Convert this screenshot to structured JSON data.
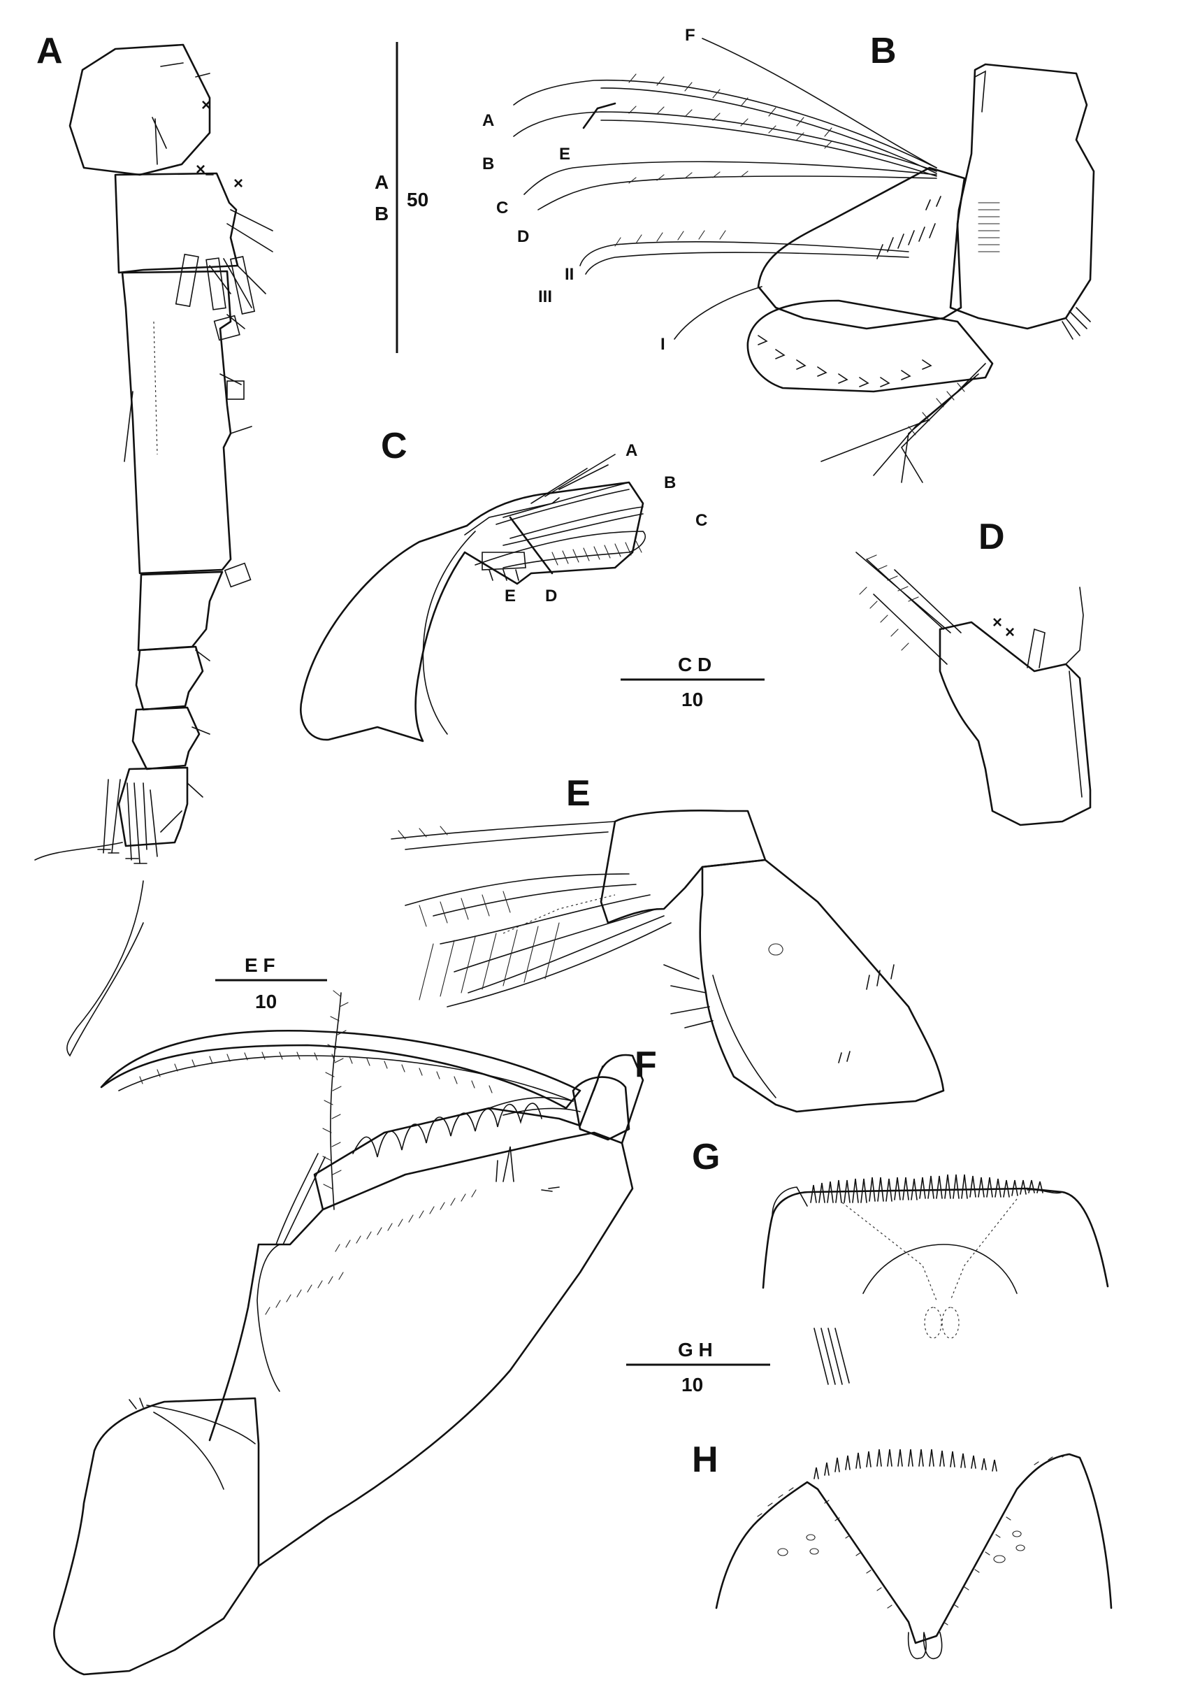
{
  "panels": {
    "A": "A",
    "B": "B",
    "C": "C",
    "D": "D",
    "E": "E",
    "F": "F",
    "G": "G",
    "H": "H"
  },
  "scale_bars": {
    "ab": {
      "key_a": "A",
      "key_b": "B",
      "value": "50"
    },
    "cd": {
      "key": "C D",
      "value": "10"
    },
    "ef": {
      "key": "E F",
      "value": "10"
    },
    "gh": {
      "key": "G H",
      "value": "10"
    }
  },
  "panel_b_labels": {
    "seta_a": "A",
    "seta_b": "B",
    "seta_c": "C",
    "seta_d": "D",
    "seta_e": "E",
    "seta_f": "F",
    "seta_i": "I",
    "seta_ii": "II",
    "seta_iii": "III"
  },
  "panel_c_labels": {
    "seta_a": "A",
    "seta_b": "B",
    "seta_c": "C",
    "seta_d": "D",
    "seta_e": "E"
  }
}
